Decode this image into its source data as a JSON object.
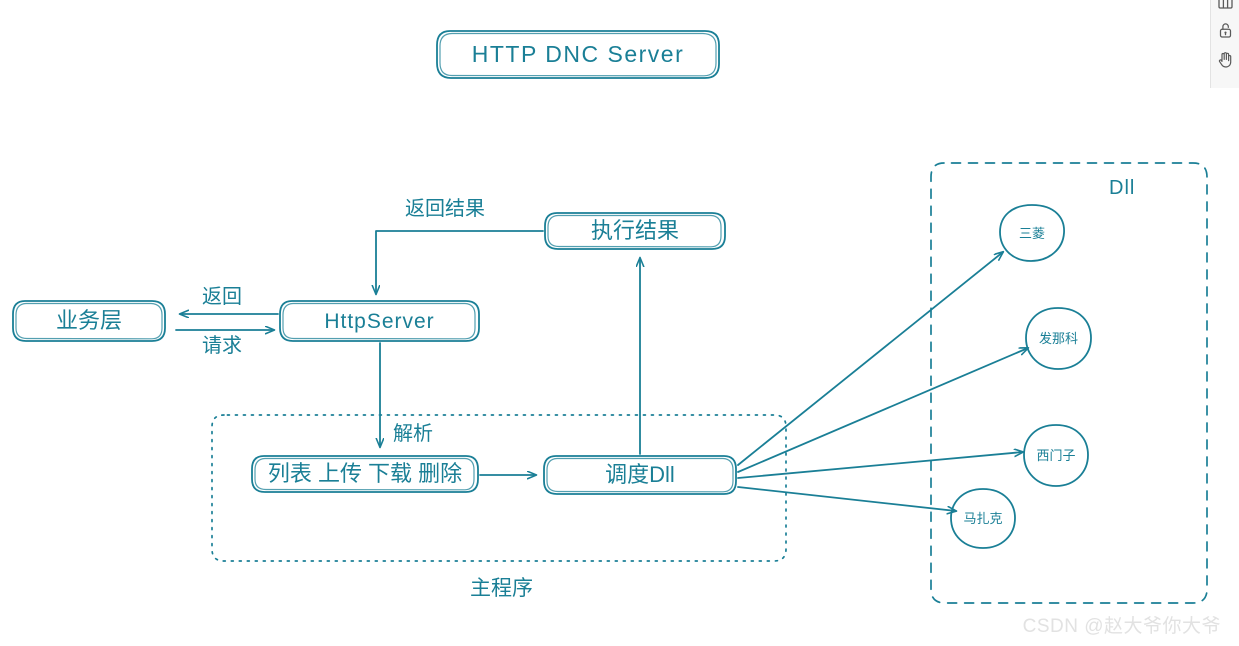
{
  "diagram": {
    "title": "HTTP DNC Server",
    "stroke_color": "#1a7f96",
    "nodes": {
      "title_box": "HTTP DNC Server",
      "business_layer": "业务层",
      "http_server": "HttpServer",
      "exec_result": "执行结果",
      "operations": "列表 上传 下载 删除",
      "dispatch_dll": "调度Dll"
    },
    "edge_labels": {
      "return": "返回",
      "request": "请求",
      "return_result": "返回结果",
      "parse": "解析"
    },
    "groups": {
      "main_program": "主程序",
      "dll": "Dll"
    },
    "dll_modules": [
      {
        "name": "三菱"
      },
      {
        "name": "发那科"
      },
      {
        "name": "西门子"
      },
      {
        "name": "马扎克"
      }
    ]
  },
  "toolbar": {
    "items": [
      {
        "icon": "library-icon",
        "title": "library"
      },
      {
        "icon": "unlock-icon",
        "title": "lock"
      },
      {
        "icon": "hand-icon",
        "title": "pan"
      }
    ]
  },
  "watermark": {
    "text": "CSDN @赵大爷你大爷"
  }
}
